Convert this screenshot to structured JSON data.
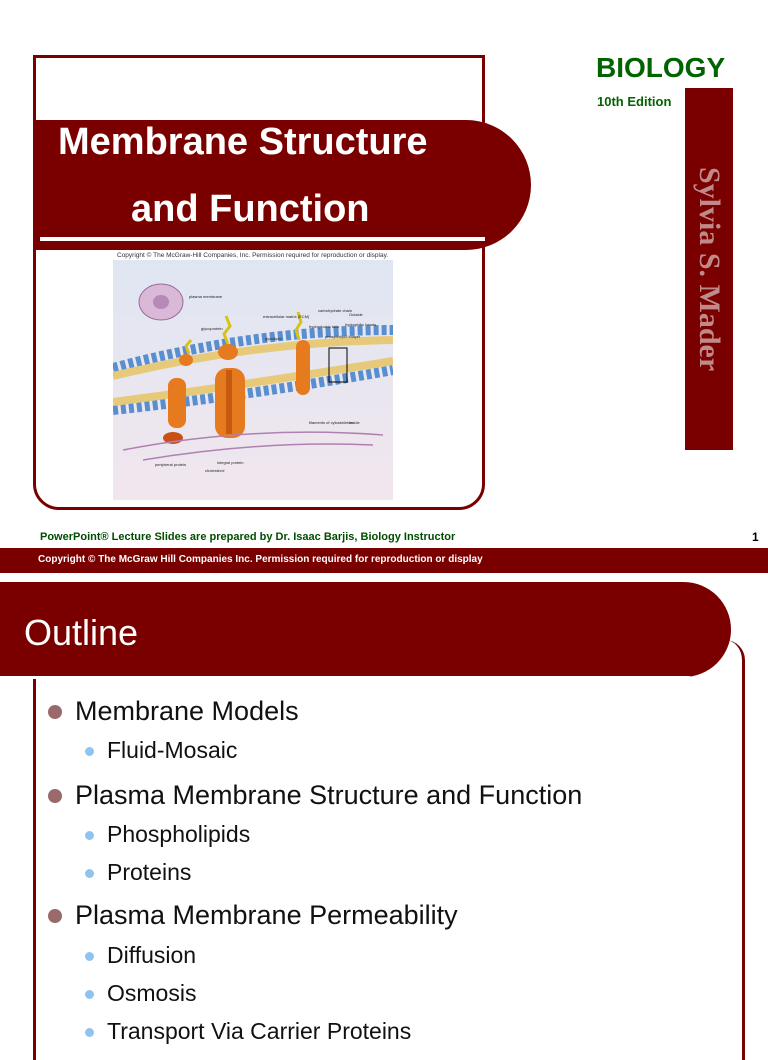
{
  "slide1": {
    "title_line1": "Membrane Structure",
    "title_line2": "and Function",
    "image_copyright": "Copyright © The McGraw-Hill Companies, Inc. Permission required for reproduction or display.",
    "book_title": "BIOLOGY",
    "edition": "10th Edition",
    "author": "Sylvia S. Mader",
    "prepared_by": "PowerPoint® Lecture Slides are prepared by Dr. Isaac Barjis, Biology Instructor",
    "slide_number": "1",
    "diagram_labels": {
      "plasma_membrane": "plasma membrane",
      "ecm": "extracellular matrix (ECM)",
      "carbohydrate_chain": "carbohydrate chain",
      "outside": "Outside",
      "glycoprotein": "glycoprotein",
      "glycolipid": "glycolipid",
      "hydrophobic_tails": "hydrophobic tails",
      "hydrophilic_heads": "hydrophilic heads",
      "phospholipid_bilayer": "phospholipid bilayer",
      "filaments_cytoskeleton": "filaments of cytoskeleton",
      "inside": "Inside",
      "peripheral_protein": "peripheral protein",
      "integral_protein": "integral protein",
      "cholesterol": "cholesterol"
    },
    "colors": {
      "maroon": "#7a0000",
      "green": "#006400"
    }
  },
  "copyright_bar": "Copyright © The McGraw Hill Companies Inc. Permission required for reproduction or display",
  "slide2": {
    "title": "Outline",
    "items": [
      {
        "label": "Membrane Models",
        "subitems": [
          "Fluid-Mosaic"
        ]
      },
      {
        "label": "Plasma Membrane Structure and Function",
        "subitems": [
          "Phospholipids",
          "Proteins"
        ]
      },
      {
        "label": "Plasma Membrane Permeability",
        "subitems": [
          "Diffusion",
          "Osmosis",
          "Transport Via Carrier Proteins"
        ]
      }
    ]
  }
}
